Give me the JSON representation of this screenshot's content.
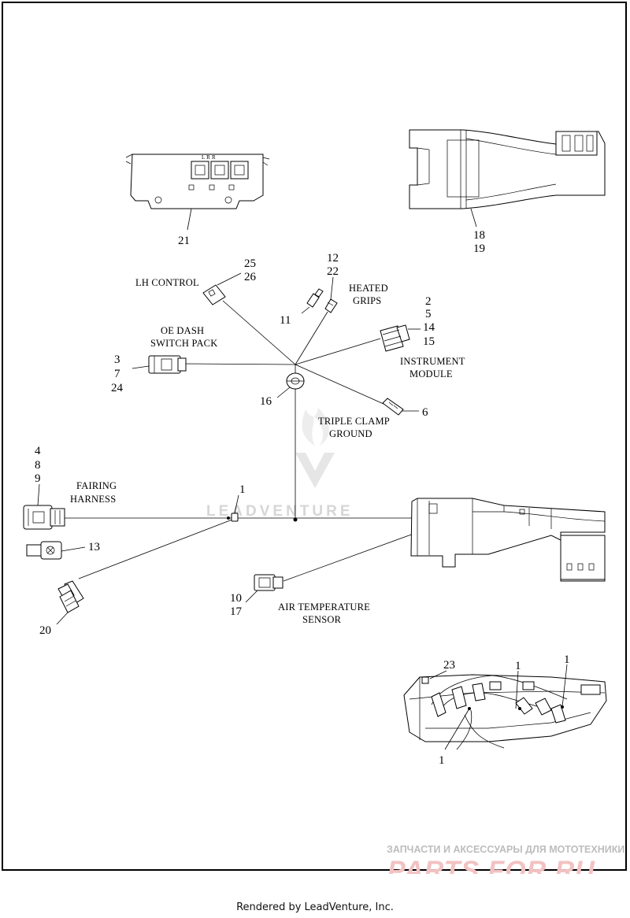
{
  "callouts": {
    "c21": "21",
    "c18": "18",
    "c19": "19",
    "c25": "25",
    "c26": "26",
    "c12": "12",
    "c22": "22",
    "c11": "11",
    "c2": "2",
    "c5": "5",
    "c14": "14",
    "c15": "15",
    "c3": "3",
    "c7": "7",
    "c24": "24",
    "c16": "16",
    "c6": "6",
    "c4": "4",
    "c8": "8",
    "c9": "9",
    "c1a": "1",
    "c13": "13",
    "c20": "20",
    "c10": "10",
    "c17": "17",
    "c23": "23",
    "c1b": "1",
    "c1c": "1",
    "c1d": "1"
  },
  "labels": {
    "lh_control": "LH CONTROL",
    "heated_1": "HEATED",
    "heated_2": "GRIPS",
    "oe_dash_1": "OE DASH",
    "oe_dash_2": "SWITCH PACK",
    "instrument_1": "INSTRUMENT",
    "instrument_2": "MODULE",
    "triple_1": "TRIPLE CLAMP",
    "triple_2": "GROUND",
    "fairing_1": "FAIRING",
    "fairing_2": "HARNESS",
    "air_1": "AIR TEMPERATURE",
    "air_2": "SENSOR",
    "switch_marks": "L  R  R"
  },
  "watermarks": {
    "leadventure": "LEADVENTURE",
    "ru_caption": "ЗАПЧАСТИ И АКСЕССУАРЫ ДЛЯ МОТОТЕХНИКИ",
    "brand": "PARTS FOR.RU"
  },
  "footer": "Rendered by LeadVenture, Inc."
}
